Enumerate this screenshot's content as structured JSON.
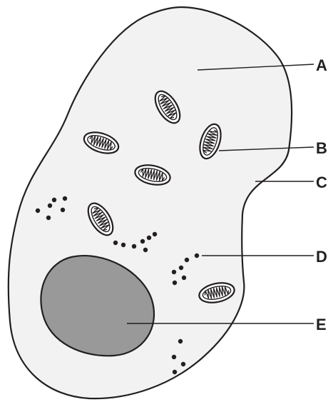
{
  "diagram": {
    "labels": [
      {
        "id": "A",
        "text": "A"
      },
      {
        "id": "B",
        "text": "B"
      },
      {
        "id": "C",
        "text": "C"
      },
      {
        "id": "D",
        "text": "D"
      },
      {
        "id": "E",
        "text": "E"
      }
    ],
    "colors": {
      "cell_fill": "#f2f2f2",
      "outline": "#231f20",
      "nucleus_fill": "#999999",
      "mitochondrion_fill": "#ffffff"
    },
    "icons": [
      "mitochondrion-icon",
      "ribosome-dot-icon"
    ]
  }
}
